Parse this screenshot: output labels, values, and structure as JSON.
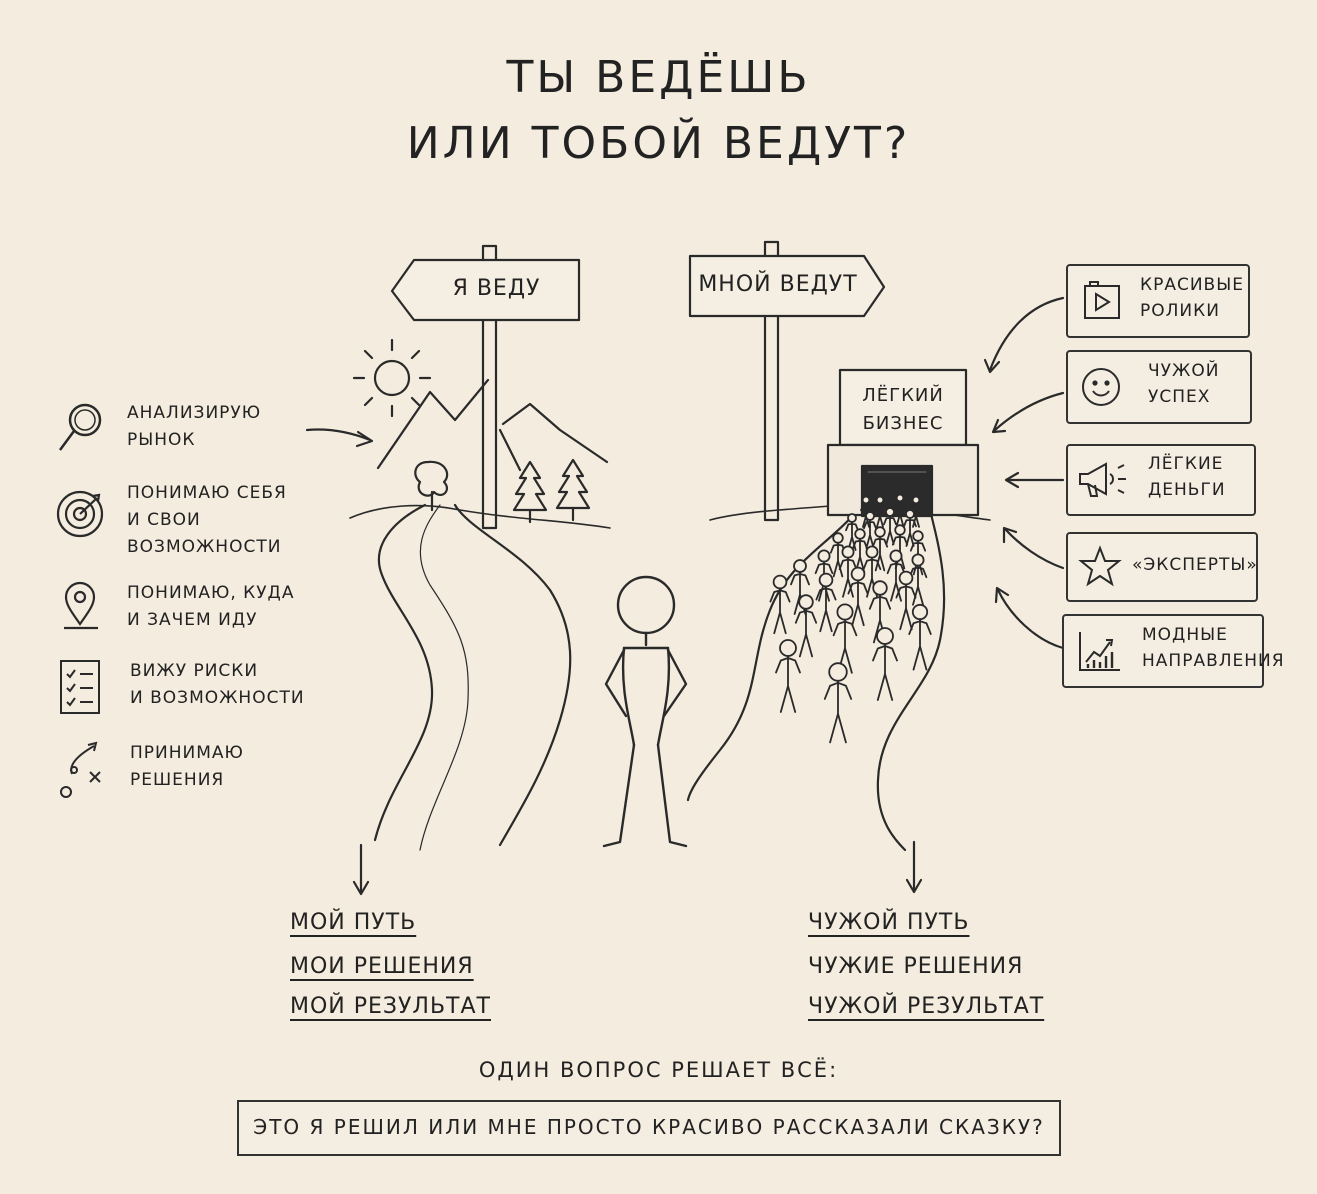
{
  "title": {
    "line1": "ТЫ ВЕДЁШЬ",
    "line2": "ИЛИ ТОБОЙ ВЕДУТ?"
  },
  "signs": {
    "left": "Я ВЕДУ",
    "right": "МНОЙ ВЕДУТ"
  },
  "building": {
    "sign_line1": "ЛЁГКИЙ",
    "sign_line2": "БИЗНЕС"
  },
  "left_list": [
    {
      "icon": "magnifier-icon",
      "line1": "АНАЛИЗИРУЮ",
      "line2": "РЫНОК",
      "line3": ""
    },
    {
      "icon": "target-icon",
      "line1": "ПОНИМАЮ СЕБЯ",
      "line2": "И СВОИ",
      "line3": "ВОЗМОЖНОСТИ"
    },
    {
      "icon": "location-pin-icon",
      "line1": "ПОНИМАЮ, КУДА",
      "line2": "И ЗАЧЕМ ИДУ",
      "line3": ""
    },
    {
      "icon": "checklist-icon",
      "line1": "ВИЖУ РИСКИ",
      "line2": "И ВОЗМОЖНОСТИ",
      "line3": ""
    },
    {
      "icon": "strategy-icon",
      "line1": "ПРИНИМАЮ",
      "line2": "РЕШЕНИЯ",
      "line3": ""
    }
  ],
  "right_list": [
    {
      "icon": "video-play-icon",
      "line1": "КРАСИВЫЕ",
      "line2": "РОЛИКИ"
    },
    {
      "icon": "smiley-icon",
      "line1": "ЧУЖОЙ",
      "line2": "УСПЕХ"
    },
    {
      "icon": "megaphone-icon",
      "line1": "ЛЁГКИЕ",
      "line2": "ДЕНЬГИ"
    },
    {
      "icon": "star-icon",
      "line1": "«ЭКСПЕРТЫ»",
      "line2": ""
    },
    {
      "icon": "trend-chart-icon",
      "line1": "МОДНЫЕ",
      "line2": "НАПРАВЛЕНИЯ"
    }
  ],
  "my_path": [
    "МОЙ ПУТЬ",
    "МОИ РЕШЕНИЯ",
    "МОЙ РЕЗУЛЬТАТ"
  ],
  "other_path": [
    "ЧУЖОЙ ПУТЬ",
    "ЧУЖИЕ РЕШЕНИЯ",
    "ЧУЖОЙ РЕЗУЛЬТАТ"
  ],
  "bottom": {
    "question_intro": "ОДИН ВОПРОС РЕШАЕТ ВСЁ:",
    "question": "ЭТО Я РЕШИЛ ИЛИ МНЕ ПРОСТО КРАСИВО РАССКАЗАЛИ СКАЗКУ?"
  }
}
